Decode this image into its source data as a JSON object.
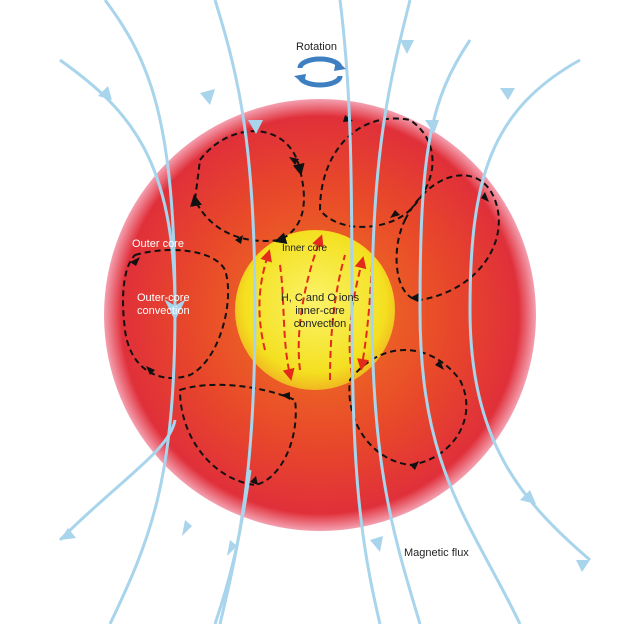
{
  "labels": {
    "rotation": "Rotation",
    "outer_core": "Outer core",
    "outer_core_convection": "Outer-core convection",
    "inner_core": "Inner core",
    "inner_core_convection_line1": "H, C and O ions",
    "inner_core_convection_line2": "inner-core convection",
    "magnetic_flux": "Magnetic flux"
  },
  "colors": {
    "field_line": "#a8d4ec",
    "outer_core": "#e8382a",
    "outer_core_rim": "#c8203a",
    "inner_core": "#f6e430",
    "outer_convection": "#111111",
    "inner_convection": "#e42a1a",
    "rotation_arrow": "#3d7fc1"
  }
}
